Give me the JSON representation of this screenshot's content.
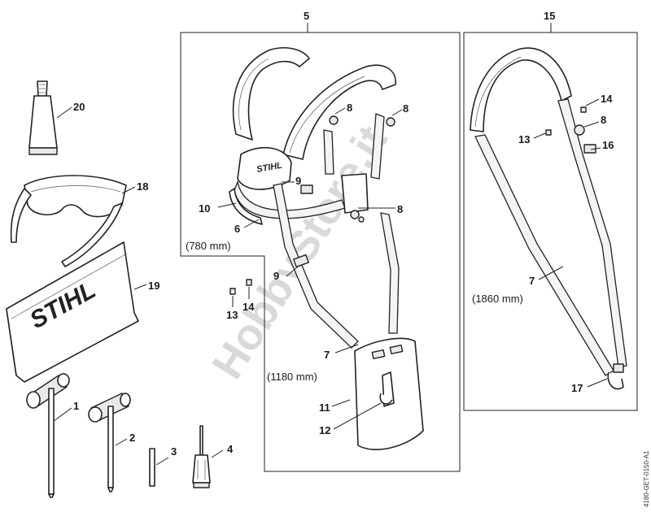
{
  "diagram": {
    "watermark": "HobbyStore.it",
    "brand_logo": "STIHL",
    "drawing_code": "4180-GET-0150-A1",
    "groups": [
      {
        "id": "group-5",
        "number": "5"
      },
      {
        "id": "group-15",
        "number": "15"
      }
    ],
    "callouts": {
      "c1": "1",
      "c2": "2",
      "c3": "3",
      "c4": "4",
      "c5": "5",
      "c6": "6",
      "c7a": "7",
      "c7b": "7",
      "c8a": "8",
      "c8b": "8",
      "c8c": "8",
      "c8d": "8",
      "c9a": "9",
      "c9b": "9",
      "c10": "10",
      "c11": "11",
      "c12": "12",
      "c13a": "13",
      "c13b": "13",
      "c14a": "14",
      "c14b": "14",
      "c15": "15",
      "c16": "16",
      "c17": "17",
      "c18": "18",
      "c19": "19",
      "c20": "20"
    },
    "dimensions": {
      "d780": "(780 mm)",
      "d1180": "(1180 mm)",
      "d1860": "(1860 mm)"
    }
  }
}
